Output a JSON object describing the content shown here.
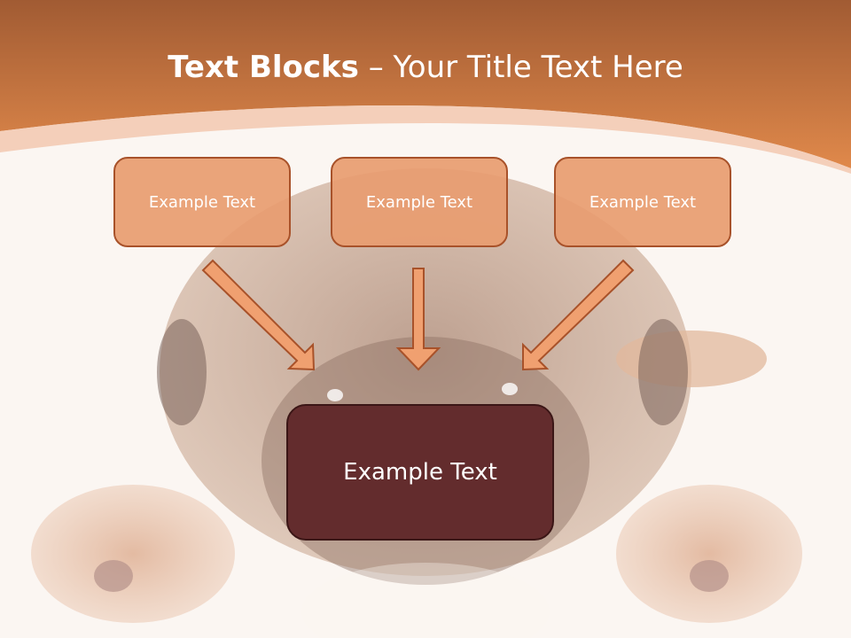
{
  "slide": {
    "title_bold": "Text Blocks",
    "title_separator": " – ",
    "title_rest": "Your Title Text Here"
  },
  "blocks": {
    "left": "Example Text",
    "center": "Example Text",
    "right": "Example Text",
    "main": "Example Text"
  },
  "colors": {
    "header_gradient_top": "#a15b33",
    "header_gradient_bottom": "#e0894b",
    "box_fill": "#e89c70",
    "box_border": "#a8522a",
    "arrow_fill": "#f0a070",
    "main_box_fill": "#632c2d",
    "background": "#fbf6f2"
  }
}
